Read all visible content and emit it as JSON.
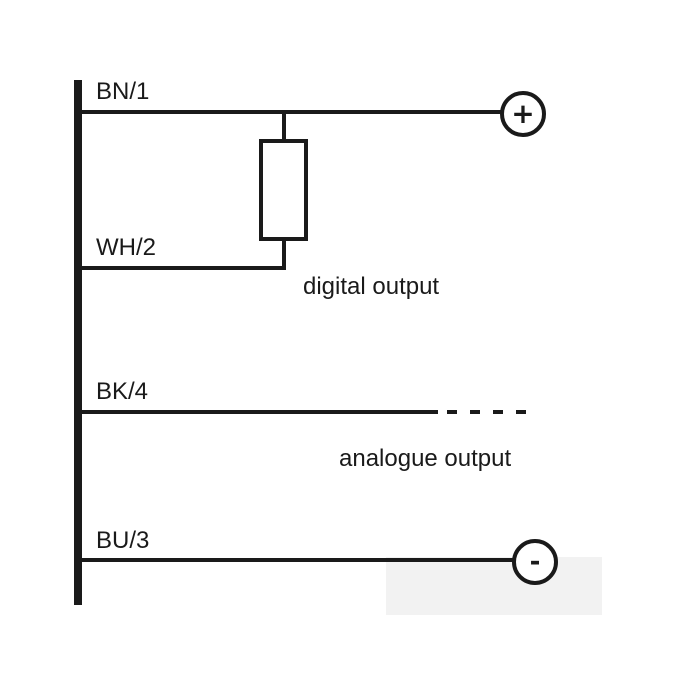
{
  "wires": [
    {
      "id": "bn",
      "label": "BN/1"
    },
    {
      "id": "wh",
      "label": "WH/2"
    },
    {
      "id": "bk",
      "label": "BK/4"
    },
    {
      "id": "bu",
      "label": "BU/3"
    }
  ],
  "annotations": {
    "digital": "digital output",
    "analogue": "analogue output"
  },
  "terminals": {
    "positive": "+",
    "negative": "-"
  },
  "colors": {
    "line": "#1a1a1a",
    "panel": "#f2f2f2"
  }
}
